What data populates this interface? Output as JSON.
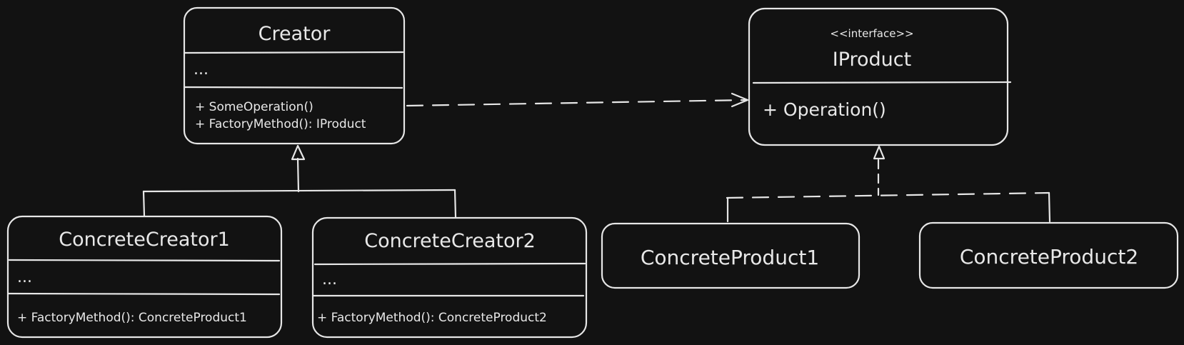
{
  "colors": {
    "background": "#121212",
    "stroke": "#e6e6e6",
    "text": "#e8e8e8"
  },
  "creator": {
    "name": "Creator",
    "fields": "...",
    "methods": [
      "+ SomeOperation()",
      "+ FactoryMethod(): IProduct"
    ]
  },
  "iproduct": {
    "stereotype": "<<interface>>",
    "name": "IProduct",
    "methods": [
      "+ Operation()"
    ]
  },
  "concrete_creator1": {
    "name": "ConcreteCreator1",
    "fields": "...",
    "methods": [
      "+ FactoryMethod(): ConcreteProduct1"
    ]
  },
  "concrete_creator2": {
    "name": "ConcreteCreator2",
    "fields": "...",
    "methods": [
      "+ FactoryMethod(): ConcreteProduct2"
    ]
  },
  "concrete_product1": {
    "name": "ConcreteProduct1"
  },
  "concrete_product2": {
    "name": "ConcreteProduct2"
  }
}
